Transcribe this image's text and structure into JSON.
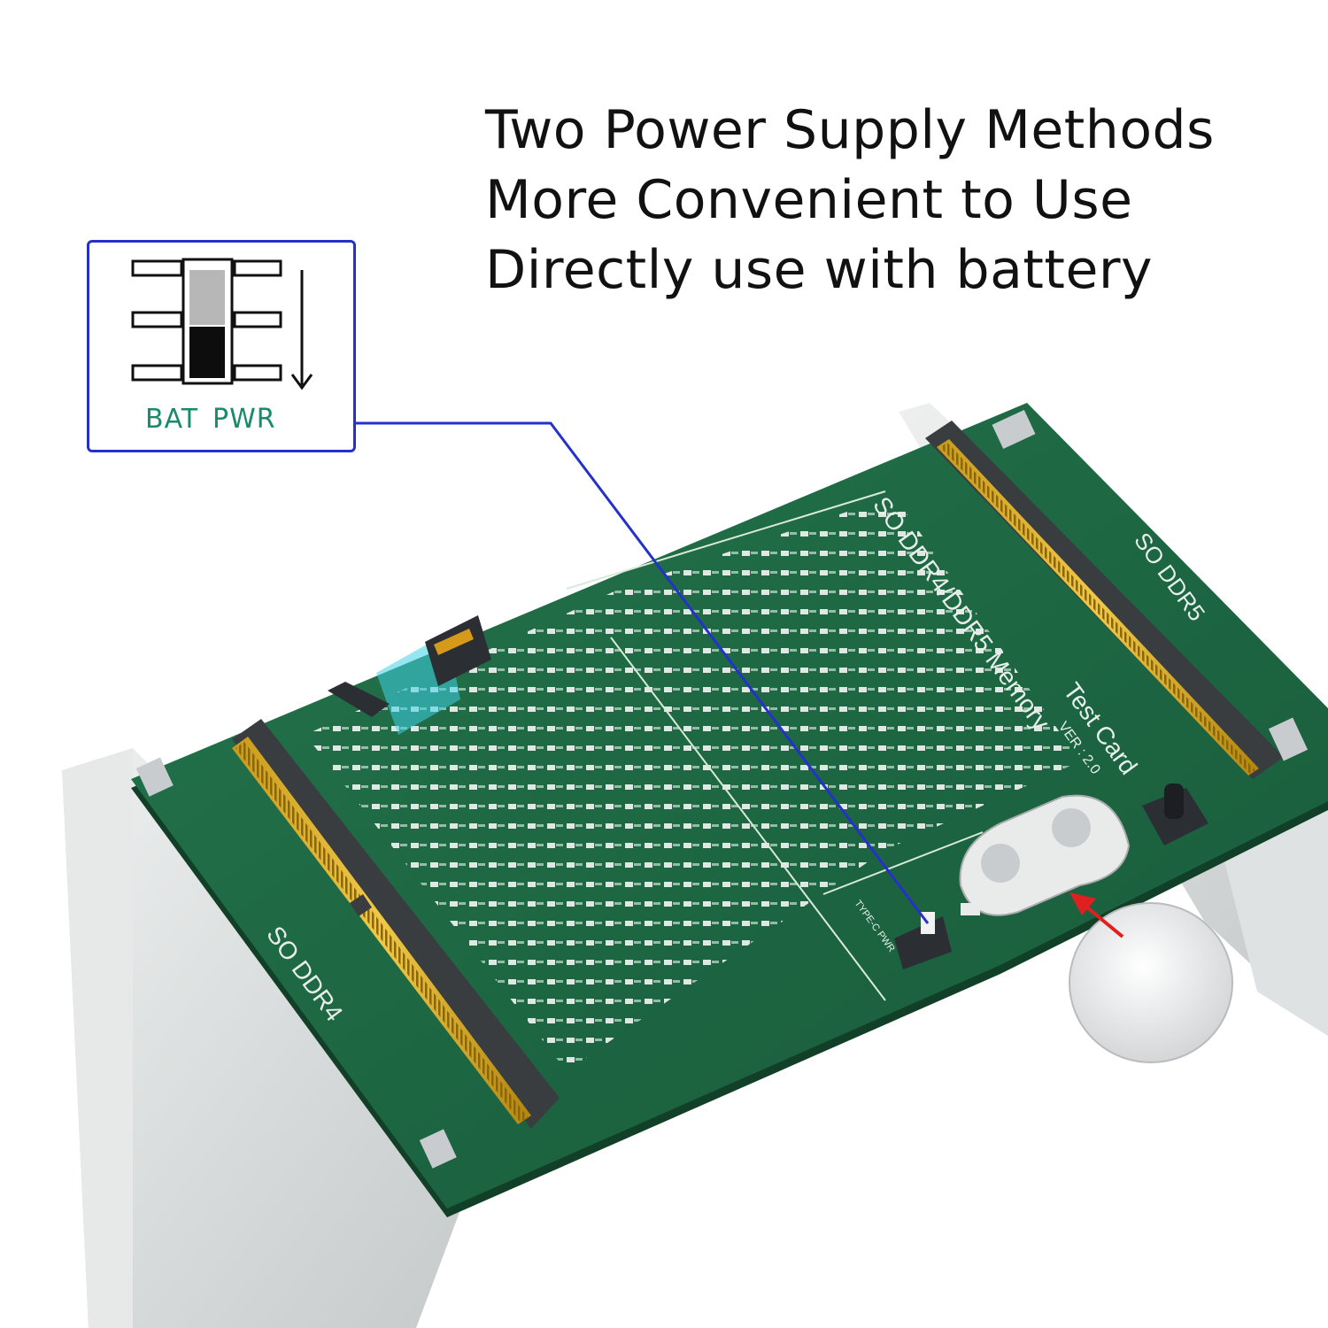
{
  "headline": {
    "line1": "Two Power Supply Methods",
    "line2": "More Convenient to Use",
    "line3": "Directly use with battery"
  },
  "callout": {
    "label_bat": "BAT",
    "label_pwr": "PWR",
    "icon": "slide-switch-down-icon",
    "border_color": "#2531c9",
    "label_color": "#1a8a6e"
  },
  "board": {
    "title_line1": "SO  DDR4/DDR5  Memory",
    "title_line2": "Test  Card",
    "version": "VER : 2.0",
    "left_slot_label": "SO  DDR4",
    "right_slot_label": "SO  DDR5",
    "switch_label": "TYPE-C  PWR",
    "pcb_color": "#1f6b45"
  },
  "indicator_arrow_color": "#e02020"
}
